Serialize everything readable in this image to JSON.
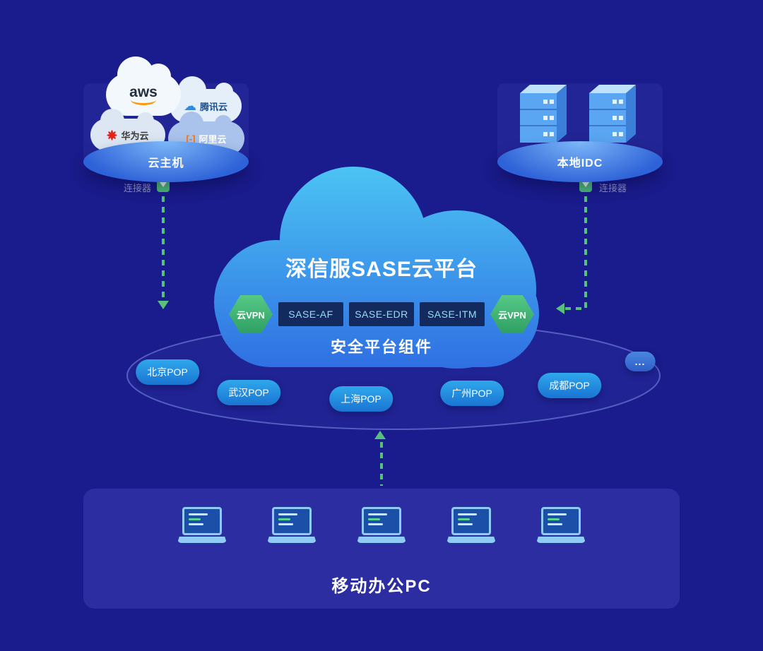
{
  "colors": {
    "background": "#1a1b8c",
    "accent_green": "#58c07c",
    "cloud_gradient_top": "#4cc6f4",
    "cloud_gradient_bottom": "#2e6ce2",
    "component_box_bg": "#132a5e",
    "component_box_text": "#9bd9f7",
    "pop_gradient_top": "#2fa8ec",
    "pop_gradient_bottom": "#1a74d2",
    "clients_panel_bg": "#2c2da0"
  },
  "cloud_hosts_group": {
    "platform_label": "云主机",
    "connector_label": "连接器",
    "providers": [
      {
        "label": "aws"
      },
      {
        "label": "腾讯云"
      },
      {
        "label": "华为云"
      },
      {
        "label": "阿里云"
      }
    ]
  },
  "idc_group": {
    "platform_label": "本地IDC",
    "connector_label": "连接器"
  },
  "sase_platform": {
    "title": "深信服SASE云平台",
    "subtitle": "安全平台组件",
    "left_vpn_label": "云VPN",
    "right_vpn_label": "云VPN",
    "components": [
      "SASE-AF",
      "SASE-EDR",
      "SASE-ITM"
    ]
  },
  "pop_ring": {
    "pops": [
      "北京POP",
      "武汉POP",
      "上海POP",
      "广州POP",
      "成都POP"
    ],
    "more_label": "..."
  },
  "clients_panel": {
    "label": "移动办公PC"
  },
  "icons": {
    "tencent_cloud_glyph": "☁",
    "alibaba_glyph": "[-]"
  }
}
